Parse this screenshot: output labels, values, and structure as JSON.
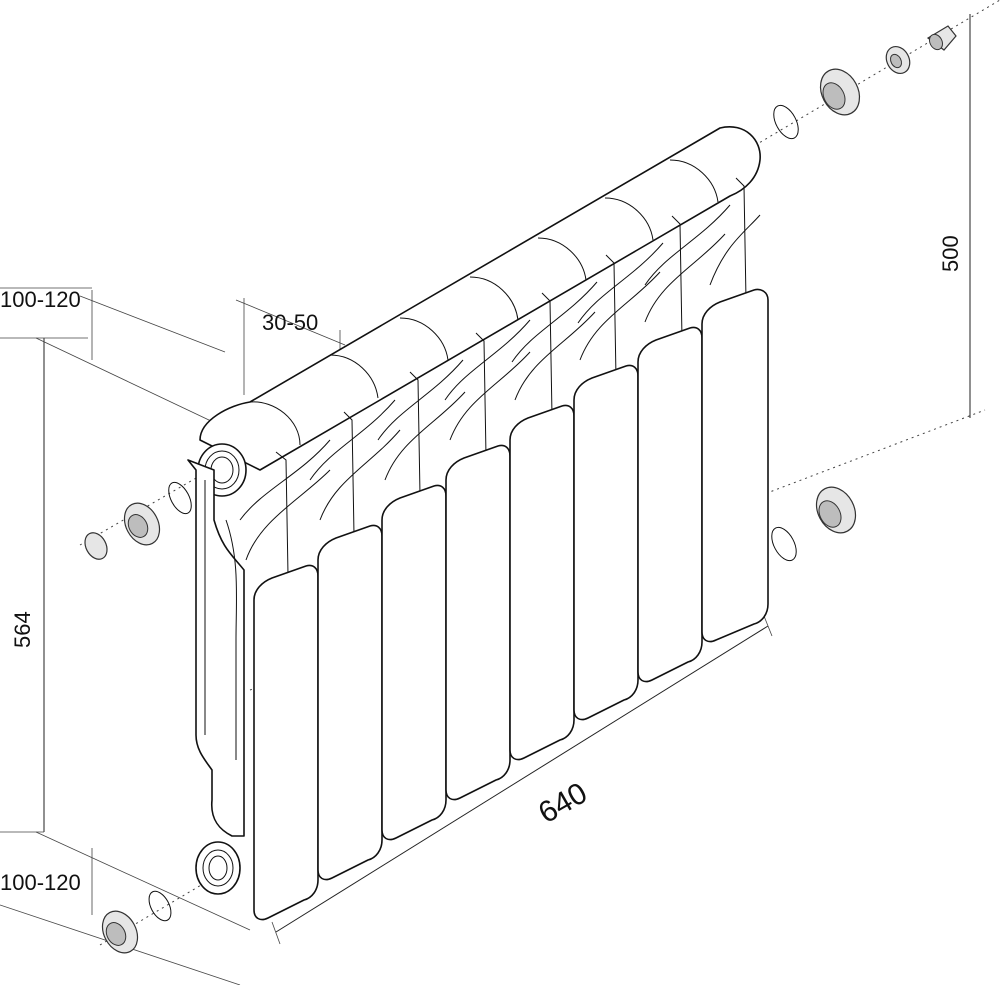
{
  "dimensions": {
    "overall_width": "640",
    "overall_height": "564",
    "center_distance": "500",
    "depth_offset": "30-50",
    "top_offset": "100-120",
    "bottom_offset": "100-120"
  }
}
